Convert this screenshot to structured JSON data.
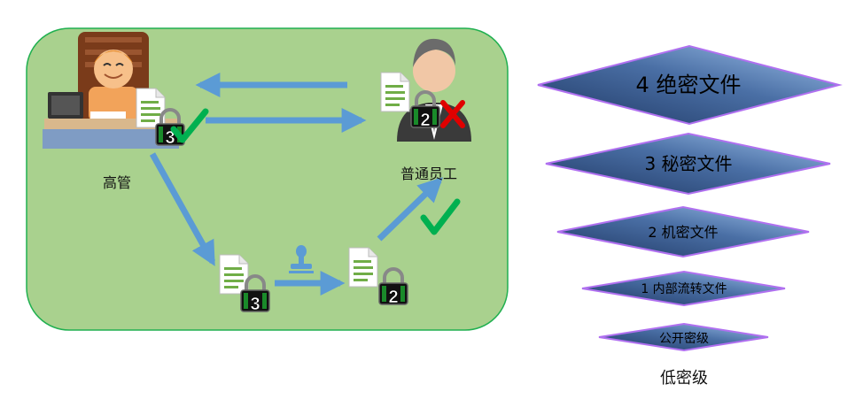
{
  "nodes": {
    "executive": {
      "label": "高管",
      "lock_level": "3"
    },
    "employee": {
      "label": "普通员工",
      "lock_level": "2"
    },
    "doc_level3": {
      "lock_level": "3"
    },
    "doc_level2": {
      "lock_level": "2"
    }
  },
  "levels": [
    {
      "label": "4 绝密文件"
    },
    {
      "label": "3 秘密文件"
    },
    {
      "label": "2 机密文件"
    },
    {
      "label": "1 内部流转文件"
    },
    {
      "label": "公开密级"
    }
  ],
  "levels_caption": "低密级",
  "colors": {
    "panel_fill": "#a9d18e",
    "panel_border": "#20b050",
    "arrow": "#5b9bd5",
    "check": "#00b050",
    "cross": "#e00000",
    "diamond_dark": "#1f3864",
    "diamond_light": "#8fb4e0",
    "diamond_border": "#b070f0"
  }
}
